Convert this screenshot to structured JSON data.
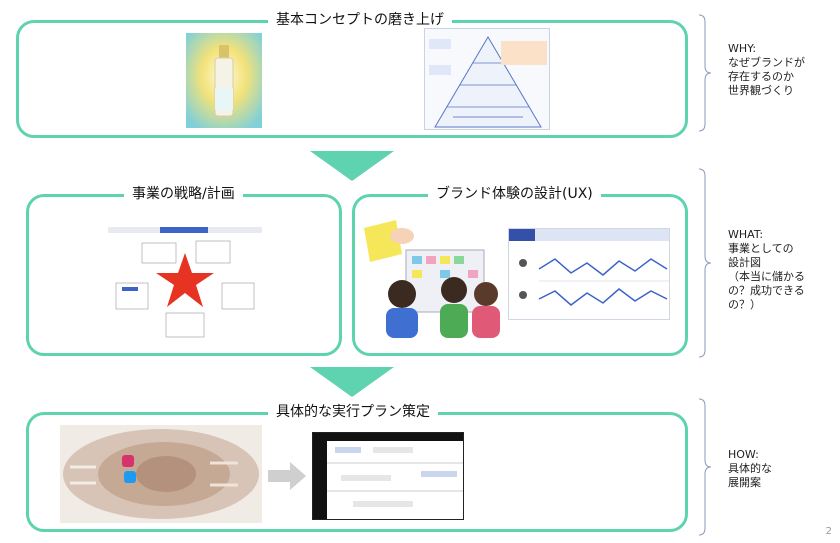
{
  "sections": {
    "concept": {
      "title": "基本コンセプトの磨き上げ"
    },
    "strategy": {
      "title": "事業の戦略/計画"
    },
    "ux": {
      "title": "ブランド体験の設計(UX)"
    },
    "plan": {
      "title": "具体的な実行プラン策定"
    }
  },
  "side_labels": {
    "why": "WHY:\nなぜブランドが\n存在するのか\n世界観づくり",
    "what": "WHAT:\n事業としての\n設計図\n（本当に儲かる\nの？成功できる\nの？）",
    "how": "HOW:\n具体的な\n展開案"
  },
  "page_number": "2",
  "colors": {
    "accent": "#5fd3b0"
  }
}
